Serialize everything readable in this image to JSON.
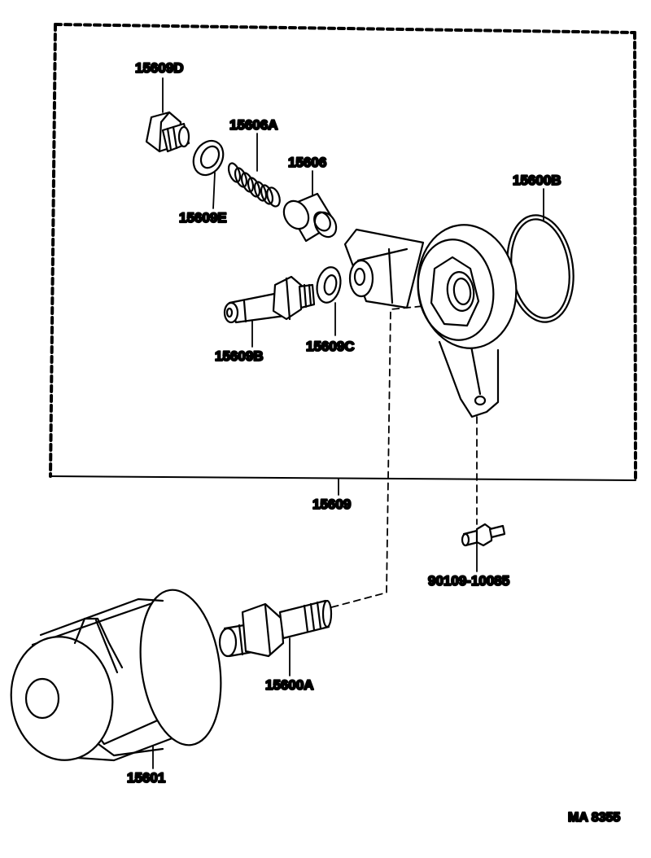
{
  "diagram": {
    "ink_color": "#000000",
    "background": "#ffffff",
    "parts": [
      {
        "id": "p15609D",
        "label": "15609D",
        "icon": "plug-bolt-icon"
      },
      {
        "id": "p15606A",
        "label": "15606A",
        "icon": "spring-icon"
      },
      {
        "id": "p15606",
        "label": "15606",
        "icon": "relief-valve-icon"
      },
      {
        "id": "p15609E",
        "label": "15609E",
        "icon": "gasket-ring-icon"
      },
      {
        "id": "p15600B",
        "label": "15600B",
        "icon": "o-ring-icon"
      },
      {
        "id": "p15609B",
        "label": "15609B",
        "icon": "union-bolt-icon"
      },
      {
        "id": "p15609C",
        "label": "15609C",
        "icon": "washer-icon"
      },
      {
        "id": "p15609",
        "label": "15609",
        "icon": "filter-bracket-assembly-icon"
      },
      {
        "id": "p90109",
        "label": "90109-10085",
        "icon": "stud-bolt-icon"
      },
      {
        "id": "p15600A",
        "label": "15600A",
        "icon": "union-stud-icon"
      },
      {
        "id": "p15601",
        "label": "15601",
        "icon": "oil-filter-icon"
      }
    ],
    "reference_code": "MA 8355"
  }
}
